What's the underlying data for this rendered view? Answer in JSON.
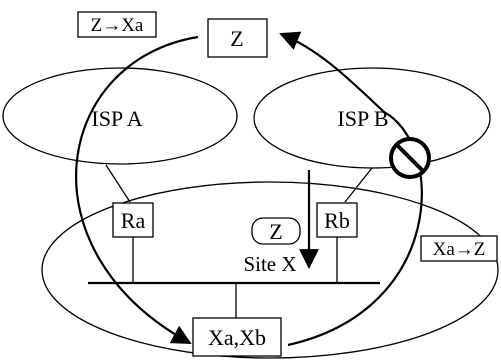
{
  "labels": {
    "z_to_xa": "Z→Xa",
    "xa_to_z": "Xa→Z",
    "host_z": "Z",
    "isp_a": "ISP A",
    "isp_b": "ISP B",
    "router_a": "Ra",
    "router_b": "Rb",
    "site_x": "Site X",
    "site_z": "Z",
    "hosts_x": "Xa,Xb"
  },
  "colors": {
    "stroke": "#000000",
    "background": "#ffffff"
  },
  "icons": {
    "blocked": "prohibited-sign"
  }
}
